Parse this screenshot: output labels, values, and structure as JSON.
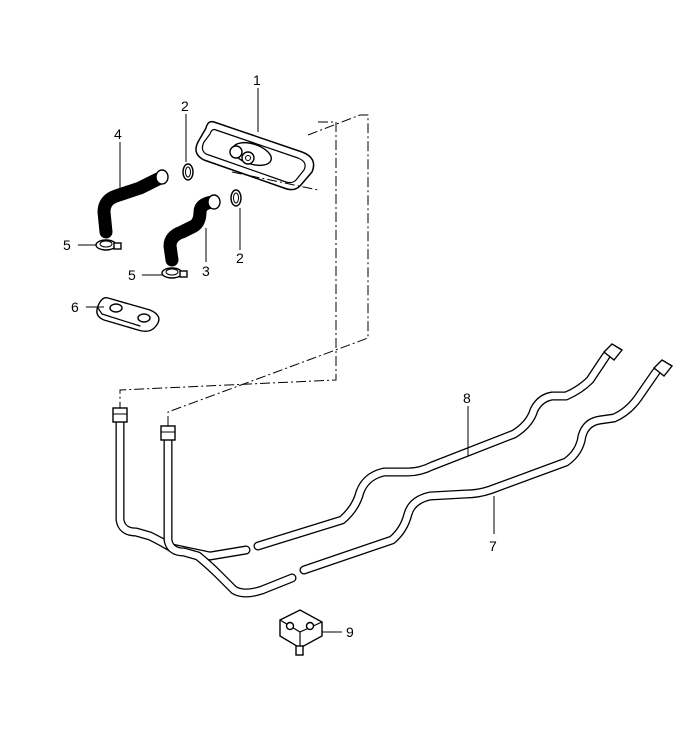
{
  "callouts": {
    "c1": "1",
    "c2a": "2",
    "c2b": "2",
    "c3": "3",
    "c4": "4",
    "c5a": "5",
    "c5b": "5",
    "c6": "6",
    "c7": "7",
    "c8": "8",
    "c9": "9"
  }
}
